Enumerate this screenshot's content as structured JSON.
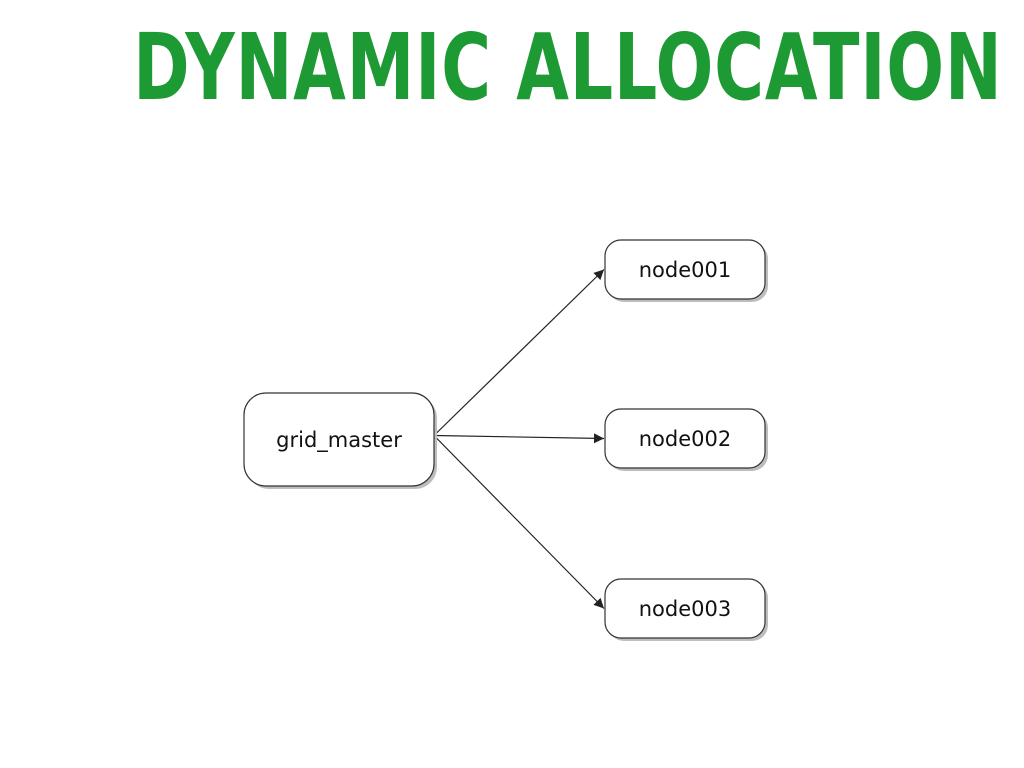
{
  "slide": {
    "title": "Dynamic Allocation",
    "title_color": "#1e9a34"
  },
  "diagram": {
    "source": {
      "id": "grid_master",
      "label": "grid_master"
    },
    "targets": [
      {
        "id": "node001",
        "label": "node001"
      },
      {
        "id": "node002",
        "label": "node002"
      },
      {
        "id": "node003",
        "label": "node003"
      }
    ],
    "edges": [
      {
        "from": "grid_master",
        "to": "node001"
      },
      {
        "from": "grid_master",
        "to": "node002"
      },
      {
        "from": "grid_master",
        "to": "node003"
      }
    ],
    "colors": {
      "box_fill": "#ffffff",
      "box_stroke": "#333333",
      "shadow": "#bdbdbd",
      "edge": "#222222"
    }
  }
}
